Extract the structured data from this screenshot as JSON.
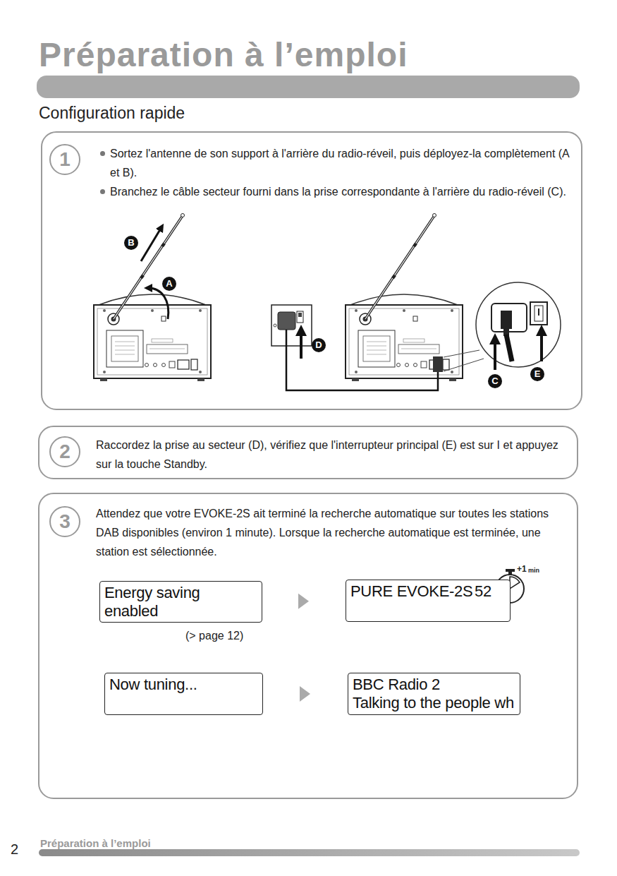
{
  "diagram": {
    "title": "Préparation à l’emploi",
    "nodes": [
      {
        "text": [
          "Sortez l'antenne de son support à l'arrière du radio-réveil, puis déployez-la complètement (A et B).",
          "Branchez le câble secteur fourni dans la prise correspondante à l'arrière du radio-réveil (C)."
        ]
      },
      {
        "text": [
          "1"
        ],
        "in": 0
      },
      {
        "text": [
          "Raccordez la prise au secteur (D), vérifiez que l'interrupteur principal (E) est sur I et appuyez sur la touche Standby."
        ]
      },
      {
        "text": [
          "2"
        ],
        "in": 2
      },
      {
        "text": [
          "Attendez que votre EVOKE-2S ait terminé la recherche automatique sur toutes les stations DAB disponibles (environ 1 minute). Lorsque la recherche automatique est terminée, une station est sélectionnée."
        ]
      },
      {
        "text": [
          "3"
        ],
        "in": 4
      },
      {
        "text": [
          "Energy saving enabled"
        ],
        "in": 4
      },
      {
        "text": [
          "PURE EVOKE-2S",
          "52"
        ],
        "in": 4
      },
      {
        "text": [
          "Now tuning..."
        ],
        "in": 4
      },
      {
        "text": [
          "BBC Radio 2",
          "Talking to the people wh"
        ],
        "in": 4
      }
    ],
    "edges": [
      {
        "from": 6,
        "to": 7,
        "arrow": "to"
      },
      {
        "from": 8,
        "to": 9,
        "arrow": "to"
      }
    ],
    "labels": [
      "Configuration rapide",
      "B",
      "A",
      "D",
      "C",
      "E",
      "(> page 12)",
      "+1",
      "min",
      "2",
      "Préparation à l’emploi"
    ]
  }
}
